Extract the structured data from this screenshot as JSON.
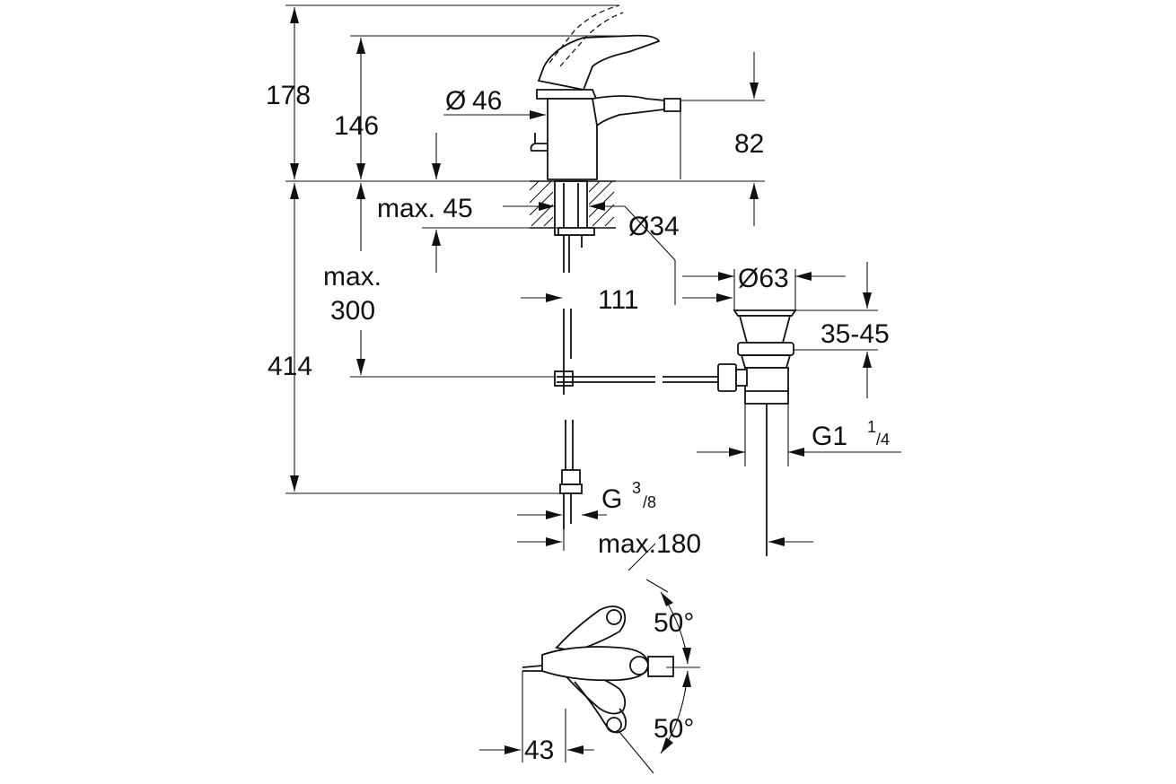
{
  "dimensions": {
    "total_height": "178",
    "spout_height": "146",
    "spout_outlet": "82",
    "body_diameter_label": "Ø",
    "body_diameter_value": "46",
    "max_deck": "max. 45",
    "hole_diameter": "Ø34",
    "waste_diameter": "Ø63",
    "waste_height": "35-45",
    "rod_reach": "111",
    "max_below_line1": "max.",
    "max_below_line2": "300",
    "below_deck": "414",
    "waste_thread_main": "G1",
    "waste_thread_num": "1",
    "waste_thread_den": "/4",
    "supply_thread_main": "G",
    "supply_thread_num": "3",
    "supply_thread_den": "/8",
    "max_spread": "max.180",
    "rotation_top": "50°",
    "rotation_bottom": "50°",
    "handle_offset": "43"
  }
}
